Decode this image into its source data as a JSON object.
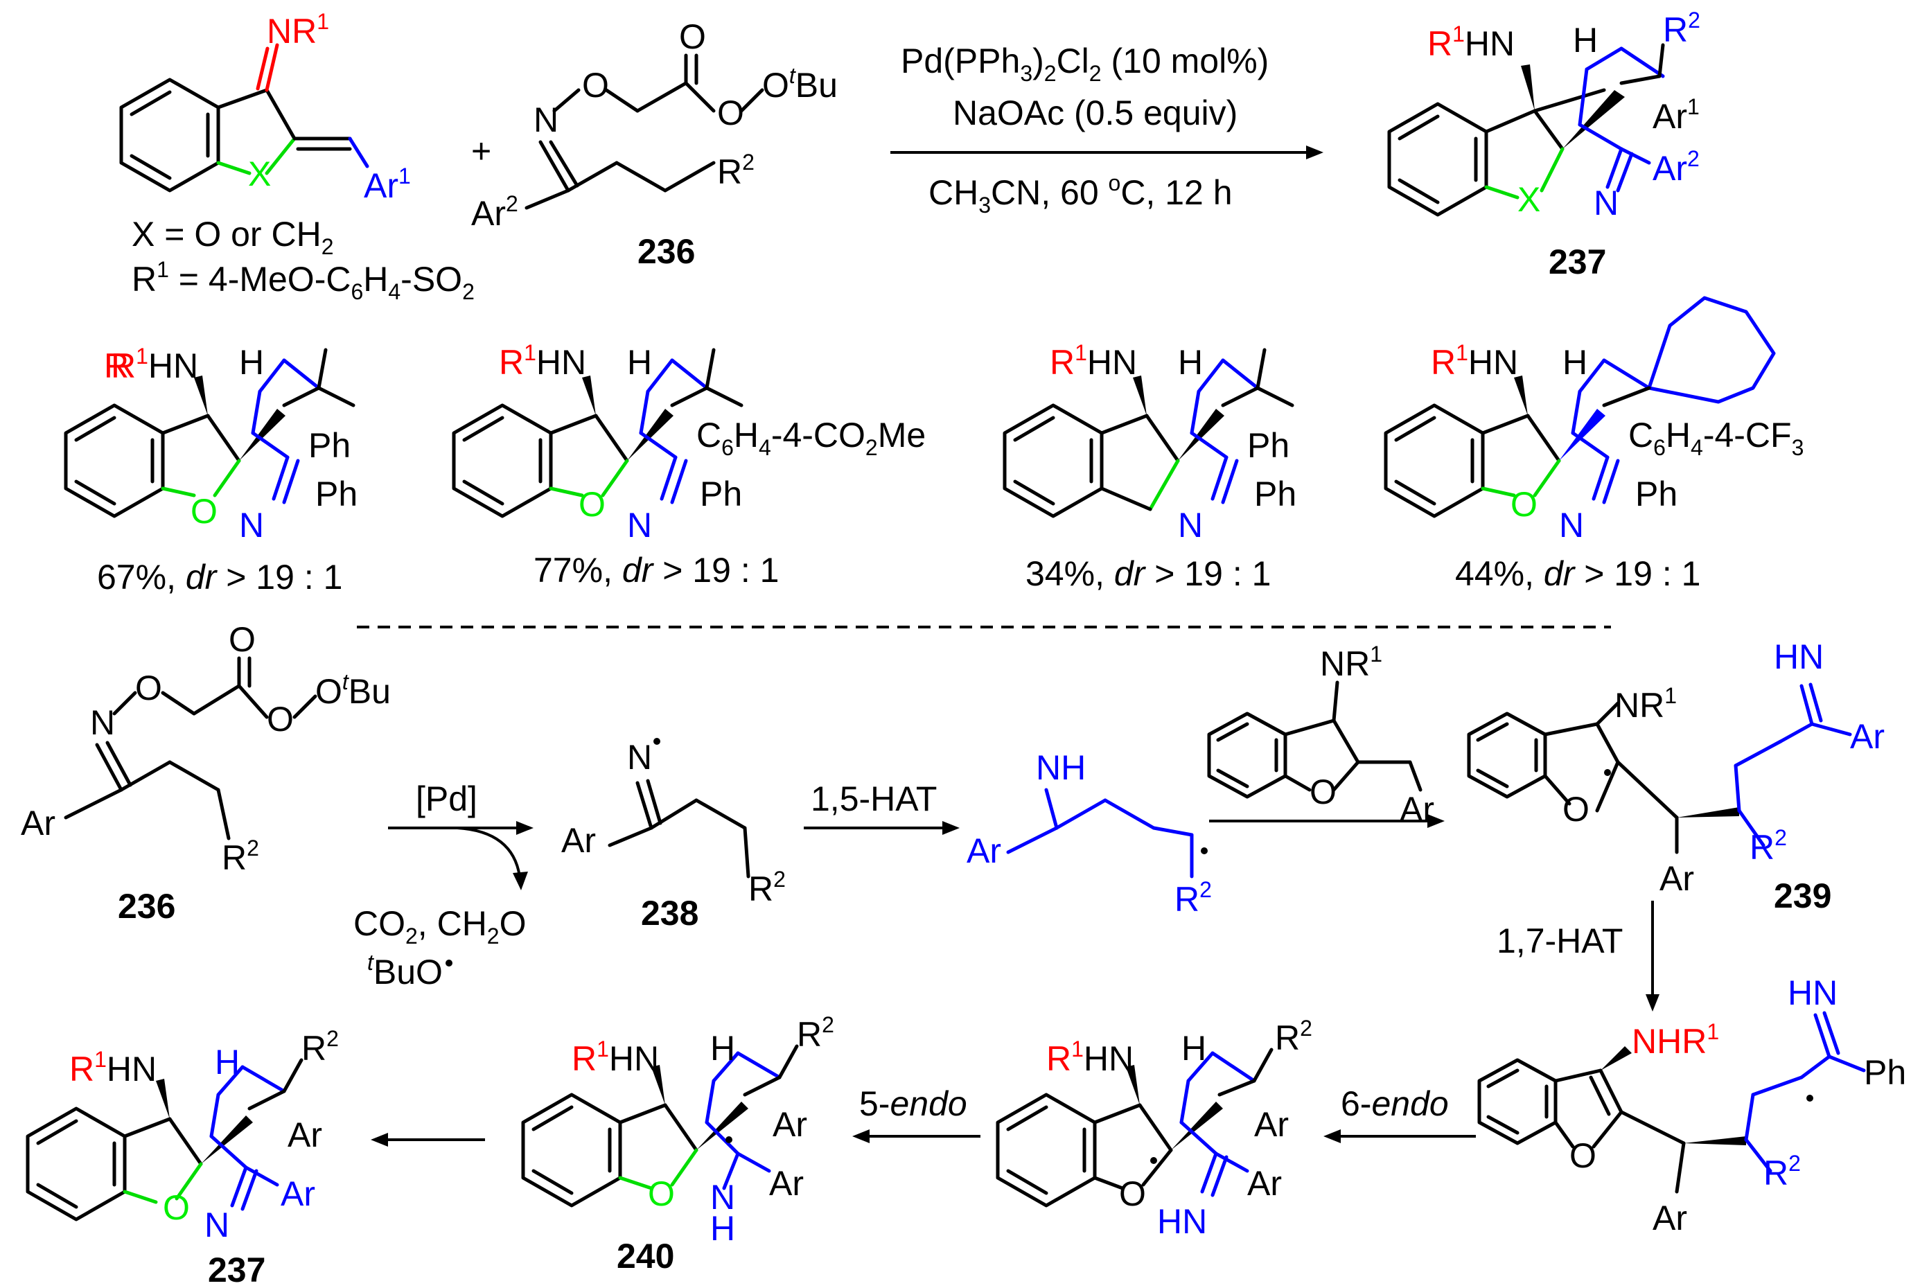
{
  "reaction": {
    "reactant1": {
      "imine_label": "NR",
      "imine_sup": "1",
      "x_atom": "X",
      "ar": "Ar",
      "ar_sup": "1",
      "x_def": "X = O or CH",
      "x_def_sub": "2",
      "r1_def_pre": "R",
      "r1_def_sup": "1",
      "r1_def_mid": " = 4-MeO-C",
      "r1_def_sub6": "6",
      "r1_def_h": "H",
      "r1_def_sub4": "4",
      "r1_def_so": "-SO",
      "r1_def_sub2": "2"
    },
    "plus": "+",
    "reagent236": {
      "n": "N",
      "o": "O",
      "o_carbonyl": "O",
      "o2": "O",
      "o3": "O",
      "tbu_t": "t",
      "tbu": "Bu",
      "ar": "Ar",
      "ar_sup": "2",
      "r": "R",
      "r_sup": "2",
      "number": "236"
    },
    "conditions": {
      "line1_pre": "Pd(PPh",
      "line1_sub3": "3",
      "line1_mid": ")",
      "line1_sub2": "2",
      "line1_post": "Cl",
      "line1_sub2b": "2",
      "line1_end": " (10 mol%)",
      "line2": "NaOAc (0.5 equiv)",
      "line3_pre": "CH",
      "line3_sub": "3",
      "line3_mid": "CN, 60 ",
      "line3_sup": "o",
      "line3_end": "C, 12 h"
    },
    "product237": {
      "r1hn": "R",
      "r1hn_sup": "1",
      "r1hn_end": "HN",
      "h": "H",
      "r2": "R",
      "r2_sup": "2",
      "ar1": "Ar",
      "ar1_sup": "1",
      "ar2": "Ar",
      "ar2_sup": "2",
      "x": "X",
      "n": "N",
      "number": "237"
    }
  },
  "examples": [
    {
      "sub": "Ph",
      "sub2": "Ph",
      "o": "O",
      "n": "N",
      "h": "H",
      "yield": "67%, ",
      "dr_it": "dr",
      "dr_rest": " > 19 : 1"
    },
    {
      "sub_pre": "C",
      "sub_s6": "6",
      "sub_h": "H",
      "sub_s4": "4",
      "sub_post": "-4-CO",
      "sub_s2": "2",
      "sub_end": "Me",
      "sub2": "Ph",
      "o": "O",
      "n": "N",
      "h": "H",
      "yield": "77%, ",
      "dr_it": "dr",
      "dr_rest": " > 19 : 1"
    },
    {
      "sub": "Ph",
      "sub2": "Ph",
      "n": "N",
      "h": "H",
      "yield": "34%, ",
      "dr_it": "dr",
      "dr_rest": " > 19 : 1"
    },
    {
      "sub_pre": "C",
      "sub_s6": "6",
      "sub_h": "H",
      "sub_s4": "4",
      "sub_post": "-4-CF",
      "sub_s3": "3",
      "sub2": "Ph",
      "o": "O",
      "n": "N",
      "h": "H",
      "yield": "44%, ",
      "dr_it": "dr",
      "dr_rest": " > 19 : 1"
    }
  ],
  "mechanism": {
    "pd": "[Pd]",
    "byproducts_1": "CO",
    "byproducts_1_sub": "2",
    "byproducts_1b": ", CH",
    "byproducts_1b_sub": "2",
    "byproducts_1c": "O",
    "byproducts_2_sup": "t",
    "byproducts_2": "BuO",
    "hat15": "1,5-HAT",
    "hat17": "1,7-HAT",
    "endo6_num": "6-",
    "endo6_it": "endo",
    "endo5_num": "5-",
    "endo5_it": "endo",
    "n238": "238",
    "n239": "239",
    "n240": "240",
    "n237": "237",
    "n236": "236",
    "nh": "NH",
    "hn": "HN",
    "nhr1": "NHR",
    "ar": "Ar",
    "ph": "Ph",
    "r2": "R",
    "sup2": "2",
    "sup1": "1",
    "n": "N",
    "o": "O",
    "nr1": "NR",
    "h": "H",
    "t": "t",
    "bu": "Bu"
  }
}
